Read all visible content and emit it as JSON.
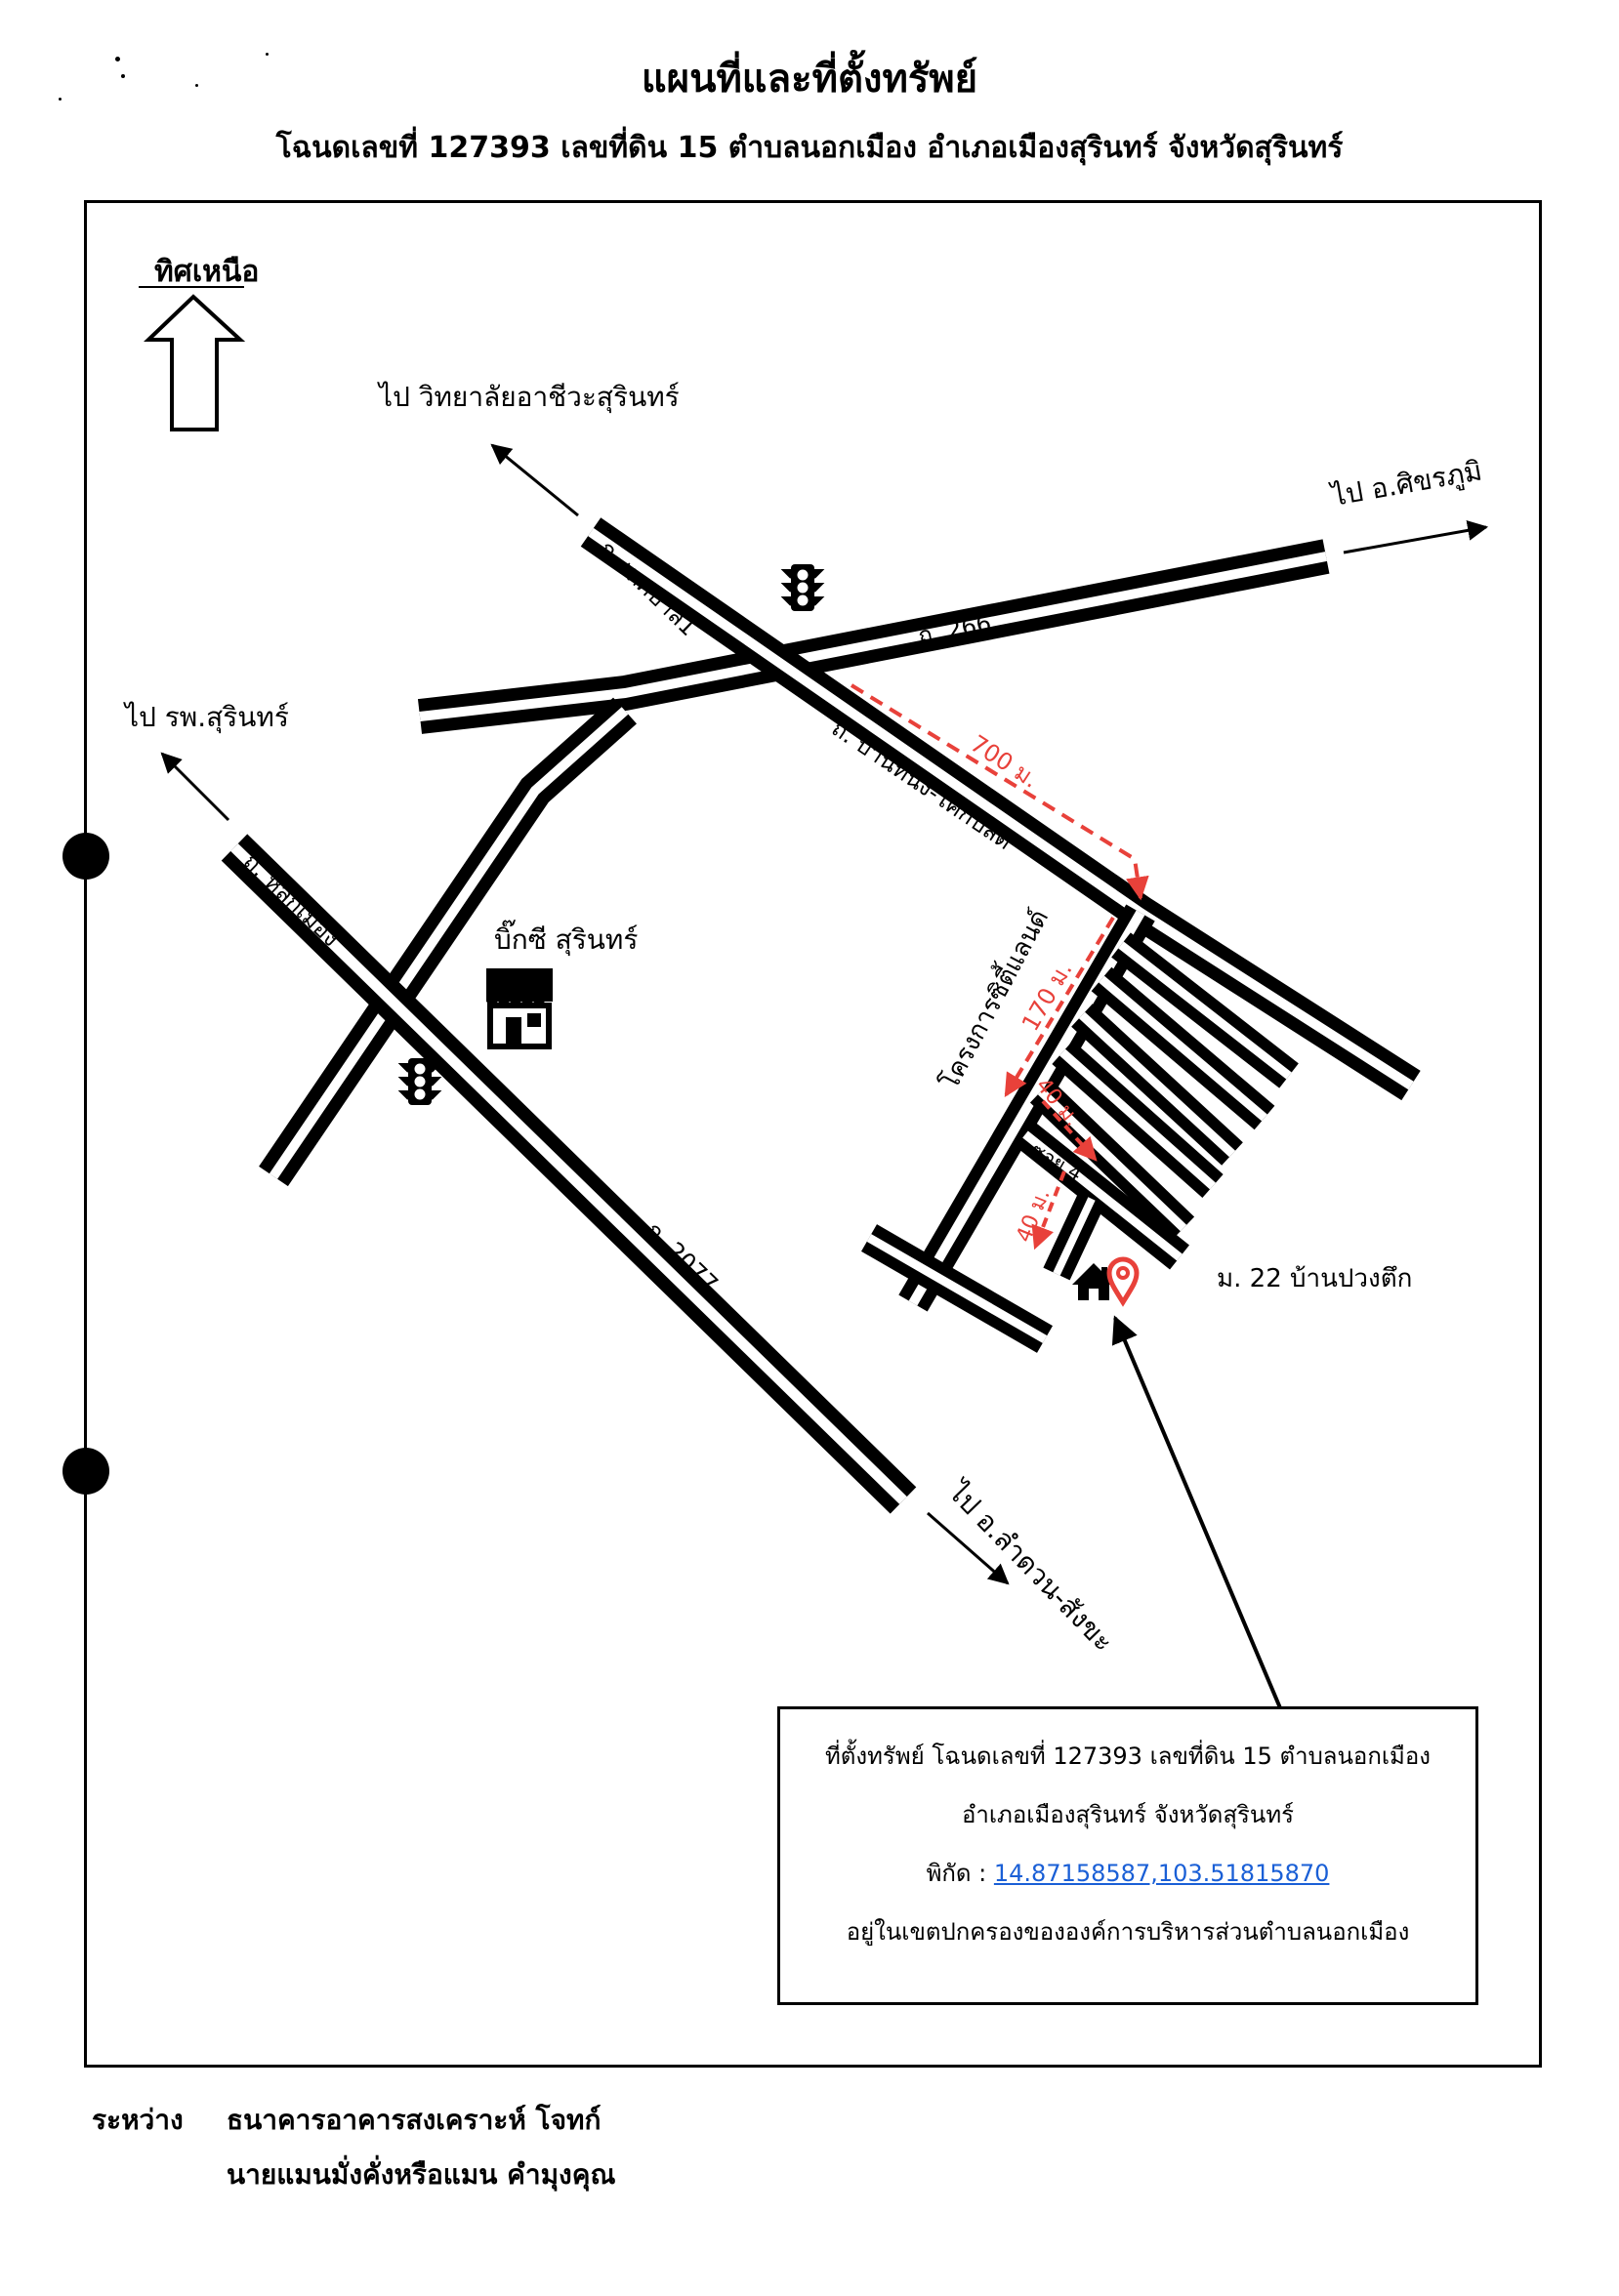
{
  "header": {
    "title": "แผนที่และที่ตั้งทรัพย์",
    "subtitle": "โฉนดเลขที่ 127393 เลขที่ดิน 15 ตำบลนอกเมือง อำเภอเมืองสุรินทร์ จังหวัดสุรินทร์"
  },
  "map": {
    "north_label": "ทิศเหนือ",
    "destinations": {
      "vocational_college": "ไป วิทยาลัยอาชีวะสุรินทร์",
      "sikhoraphum": "ไป อ.ศิขรภูมิ",
      "hospital": "ไป รพ.สุรินทร์",
      "lamduan": "ไป อ.ลำดวน-สังขะ"
    },
    "roads": {
      "r266": "ถ. 266",
      "thetsaban1": "ถ. เทศบาล1",
      "lakmueang": "ถ. หลักเมือง",
      "r2077": "ถ. 2077",
      "ban_thanon": "ถ. บ้านทนง-โคกปลัด"
    },
    "places": {
      "bigc": "บิ๊กซี สุรินทร์",
      "project": "โครงการซิตี้แลนด์",
      "soi": "ซอย 4",
      "village": "ม. 22 บ้านปวงตึก"
    },
    "distances": {
      "d700": "700 ม.",
      "d170": "170 ม.",
      "d40a": "40 ม.",
      "d40b": "40 ม."
    },
    "icons": {
      "traffic_light": "traffic-light-icon",
      "store": "store-icon",
      "house": "house-icon",
      "pin": "location-pin-icon"
    },
    "colors": {
      "road": "#000000",
      "distance": "#e8413a",
      "link": "#1a5fd6"
    }
  },
  "info_box": {
    "line1": "ที่ตั้งทรัพย์ โฉนดเลขที่ 127393 เลขที่ดิน 15 ตำบลนอกเมือง",
    "line2": "อำเภอเมืองสุรินทร์ จังหวัดสุรินทร์",
    "coord_label": "พิกัด :",
    "coord_value": "14.87158587,103.51815870",
    "line4": "อยู่ในเขตปกครองขององค์การบริหารส่วนตำบลนอกเมือง"
  },
  "footer": {
    "label": "ระหว่าง",
    "party1": "ธนาคารอาคารสงเคราะห์ โจทก์",
    "party2": "นายแมนมั่งคั่งหรือแมน คำมุงคุณ"
  }
}
